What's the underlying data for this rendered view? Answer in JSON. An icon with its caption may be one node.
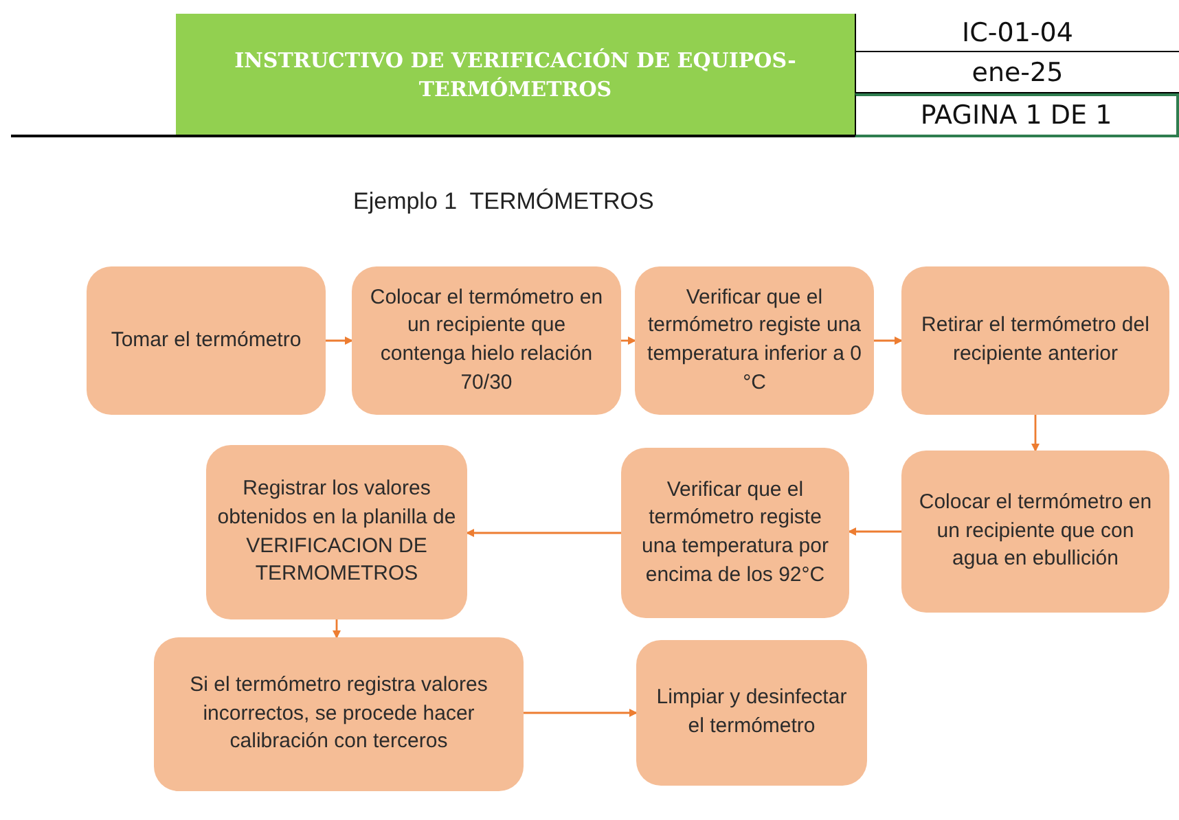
{
  "diagram": {
    "title": "INSTRUCTIVO DE VERIFICACIÓN DE EQUIPOS- TERMÓMETROS",
    "nodes": [
      {
        "text": [
          "Tomar el termómetro"
        ]
      },
      {
        "text": [
          "Colocar el termómetro en un recipiente que contenga hielo relación 70/30"
        ]
      },
      {
        "text": [
          "Verificar que el termómetro registe una temperatura inferior a 0 °C"
        ]
      },
      {
        "text": [
          "Retirar el termómetro del recipiente anterior"
        ]
      },
      {
        "text": [
          "Colocar el termómetro en un recipiente que con agua en ebullición"
        ]
      },
      {
        "text": [
          "Verificar que el termómetro registe una temperatura por encima de los 92°C"
        ]
      },
      {
        "text": [
          "Registrar los valores obtenidos en la planilla de VERIFICACION DE TERMOMETROS"
        ]
      },
      {
        "text": [
          "Si el termómetro registra valores incorrectos, se procede hacer calibración con terceros"
        ]
      },
      {
        "text": [
          "Limpiar y desinfectar el termómetro"
        ]
      }
    ],
    "edges": [
      {
        "from": 0,
        "to": 1,
        "arrow": "to"
      },
      {
        "from": 1,
        "to": 2,
        "arrow": "to"
      },
      {
        "from": 2,
        "to": 3,
        "arrow": "to"
      },
      {
        "from": 3,
        "to": 4,
        "arrow": "to"
      },
      {
        "from": 4,
        "to": 5,
        "arrow": "to"
      },
      {
        "from": 5,
        "to": 6,
        "arrow": "to"
      },
      {
        "from": 6,
        "to": 7,
        "arrow": "to"
      },
      {
        "from": 7,
        "to": 8,
        "arrow": "to"
      }
    ],
    "labels": [
      "IC-01-04",
      "ene-25",
      "PAGINA 1 DE 1",
      "Ejemplo 1  TERMÓMETROS"
    ]
  }
}
